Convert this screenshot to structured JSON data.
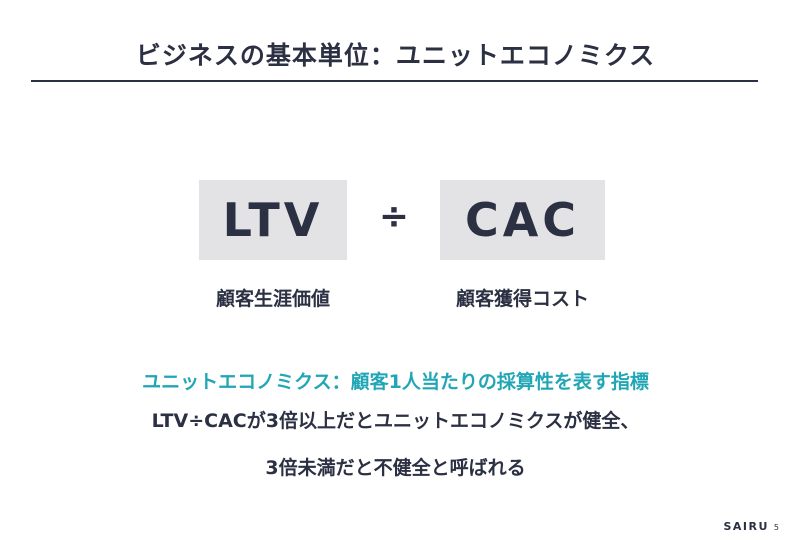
{
  "slide": {
    "title": "ビジネスの基本単位：ユニットエコノミクス"
  },
  "formula": {
    "left_term": "LTV",
    "operator": "÷",
    "right_term": "CAC",
    "left_caption": "顧客生涯価値",
    "right_caption": "顧客獲得コスト"
  },
  "explanation": {
    "definition": "ユニットエコノミクス：顧客1人当たりの採算性を表す指標",
    "line_1": "LTV÷CACが3倍以上だとユニットエコノミクスが健全、",
    "line_2": "3倍未満だと不健全と呼ばれる"
  },
  "footer": {
    "brand": "SAIRU",
    "page_number": "5"
  },
  "colors": {
    "text": "#2b3043",
    "accent": "#21a6b5",
    "box_background": "#e3e3e5"
  }
}
